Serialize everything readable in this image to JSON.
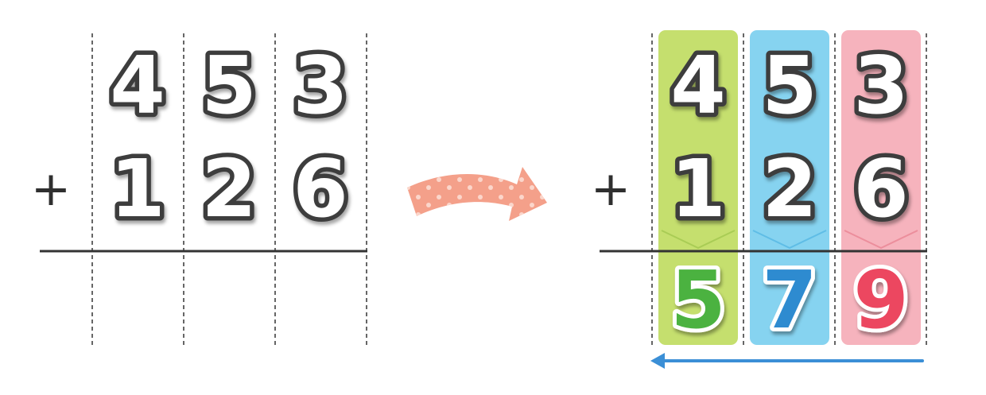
{
  "left_problem": {
    "top": [
      "4",
      "5",
      "3"
    ],
    "bottom": [
      "1",
      "2",
      "6"
    ],
    "operator": "+"
  },
  "right_problem": {
    "top": [
      "4",
      "5",
      "3"
    ],
    "bottom": [
      "1",
      "2",
      "6"
    ],
    "operator": "+",
    "result": [
      "5",
      "7",
      "9"
    ]
  },
  "colors": {
    "hundreds_column": "#c5df6e",
    "tens_column": "#86d3f0",
    "ones_column": "#f6b3bd",
    "result_hundreds": "#4cb23f",
    "result_tens": "#2f8bd0",
    "result_ones": "#ec4660",
    "arrow": "#f4a08a",
    "direction_arrow": "#3b8fd6"
  },
  "icons": {
    "transition": "curved-right-arrow-icon",
    "direction": "left-arrow-icon"
  }
}
